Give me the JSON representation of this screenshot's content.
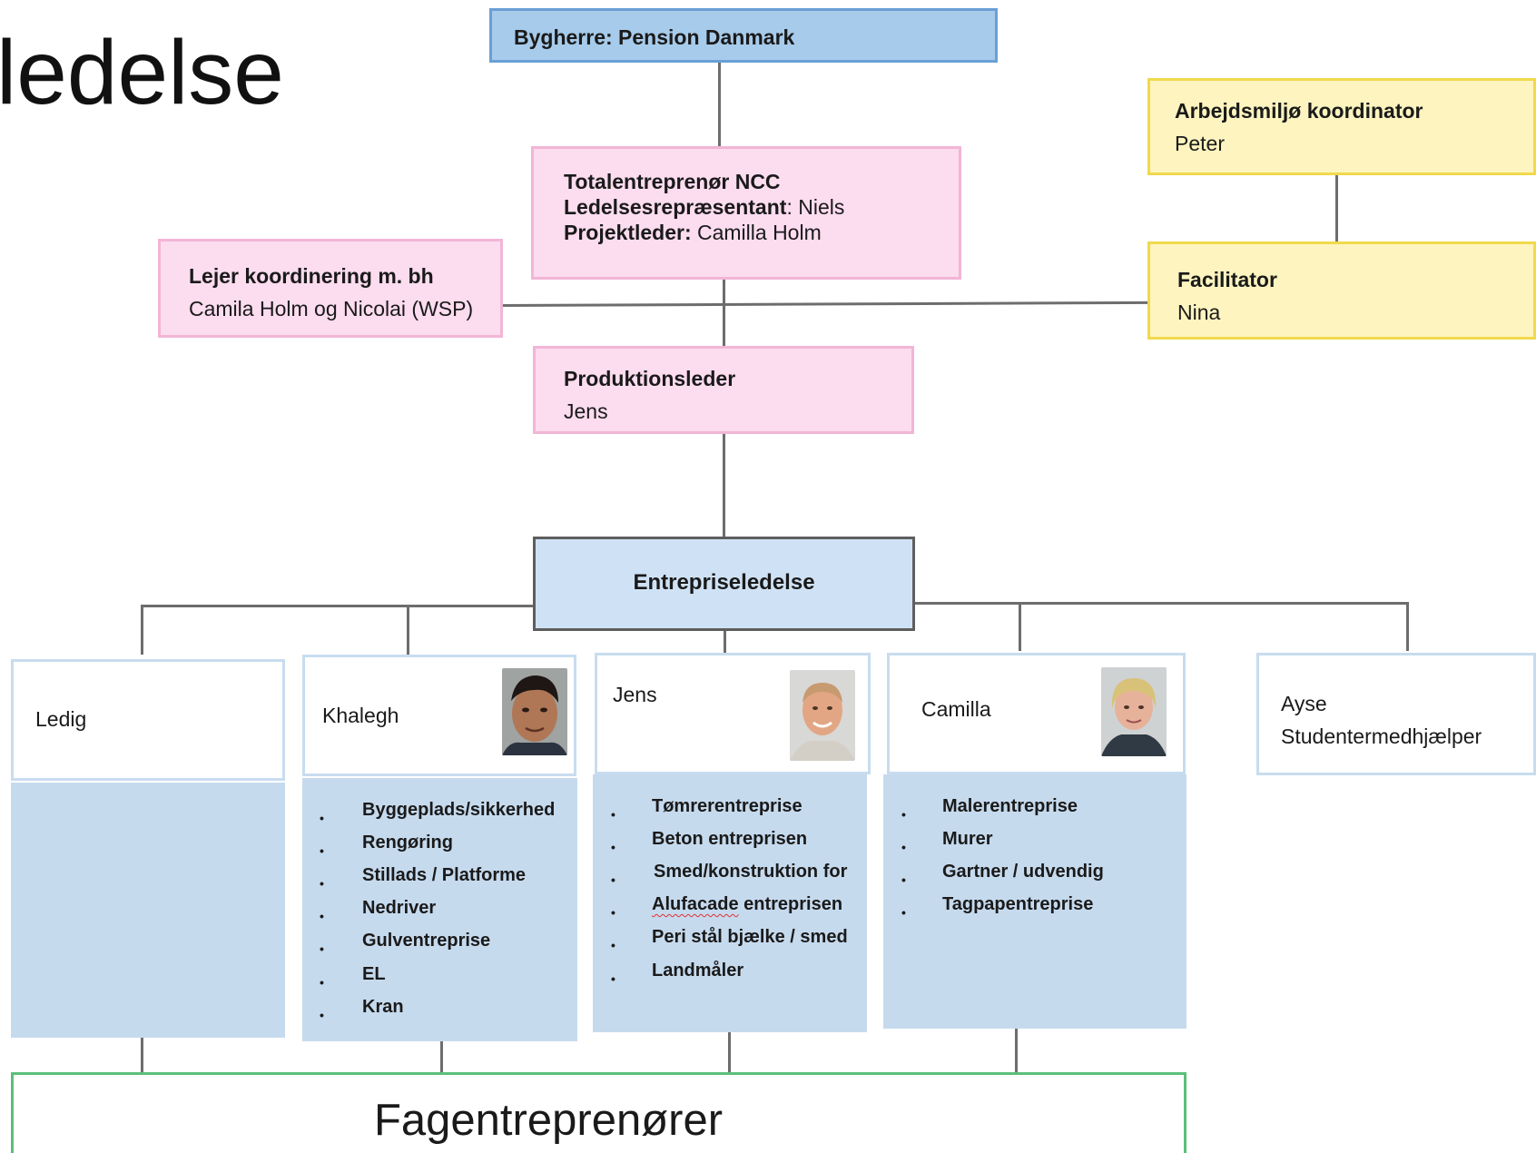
{
  "page_title": "ledelse",
  "bygherre": {
    "label": "Bygherre: Pension Danmark"
  },
  "arbejdsmiljo": {
    "title": "Arbejdsmiljø koordinator",
    "name": "Peter"
  },
  "facilitator": {
    "title": "Facilitator",
    "name": "Nina"
  },
  "totalentreprenor": {
    "line1": "Totalentreprenør NCC",
    "line2_label": "Ledelsesrepræsentant",
    "line2_value": ": Niels",
    "line3_label": "Projektleder:",
    "line3_value": " Camilla Holm"
  },
  "lejer": {
    "title": "Lejer koordinering m. bh",
    "names": "Camila Holm og Nicolai (WSP)"
  },
  "produktionsleder": {
    "title": "Produktionsleder",
    "name": "Jens"
  },
  "entrepriseledelse": {
    "label": "Entrepriseledelse"
  },
  "people": [
    {
      "name": "Ledig",
      "items": []
    },
    {
      "name": "Khalegh",
      "items": [
        "Byggeplads/sikkerhed",
        "Rengøring",
        "Stillads / Platforme",
        "Nedriver",
        "Gulventreprise",
        "EL",
        "Kran"
      ]
    },
    {
      "name": "Jens",
      "items": [
        "Tømrerentreprise",
        "Beton entreprisen",
        "Smed/konstruktion for",
        "Alufacade entreprisen",
        "Peri stål bjælke / smed",
        "Landmåler"
      ]
    },
    {
      "name": "Camilla",
      "items": [
        "Malerentreprise",
        "Murer",
        "Gartner / udvendig",
        "Tagpapentreprise"
      ]
    },
    {
      "name": "Ayse",
      "role": "Studentermedhjælper"
    }
  ],
  "bullet_char": "•",
  "fagentreprenorer": {
    "label": "Fagentreprenører"
  },
  "colors": {
    "bygherre": "#a7cbea",
    "pink": "#fcdcef",
    "yellow": "#fdf4bf",
    "entrepriseledelse": "#cfe2f5",
    "list": "#c6daee",
    "fag_border": "#5cbf7a"
  }
}
